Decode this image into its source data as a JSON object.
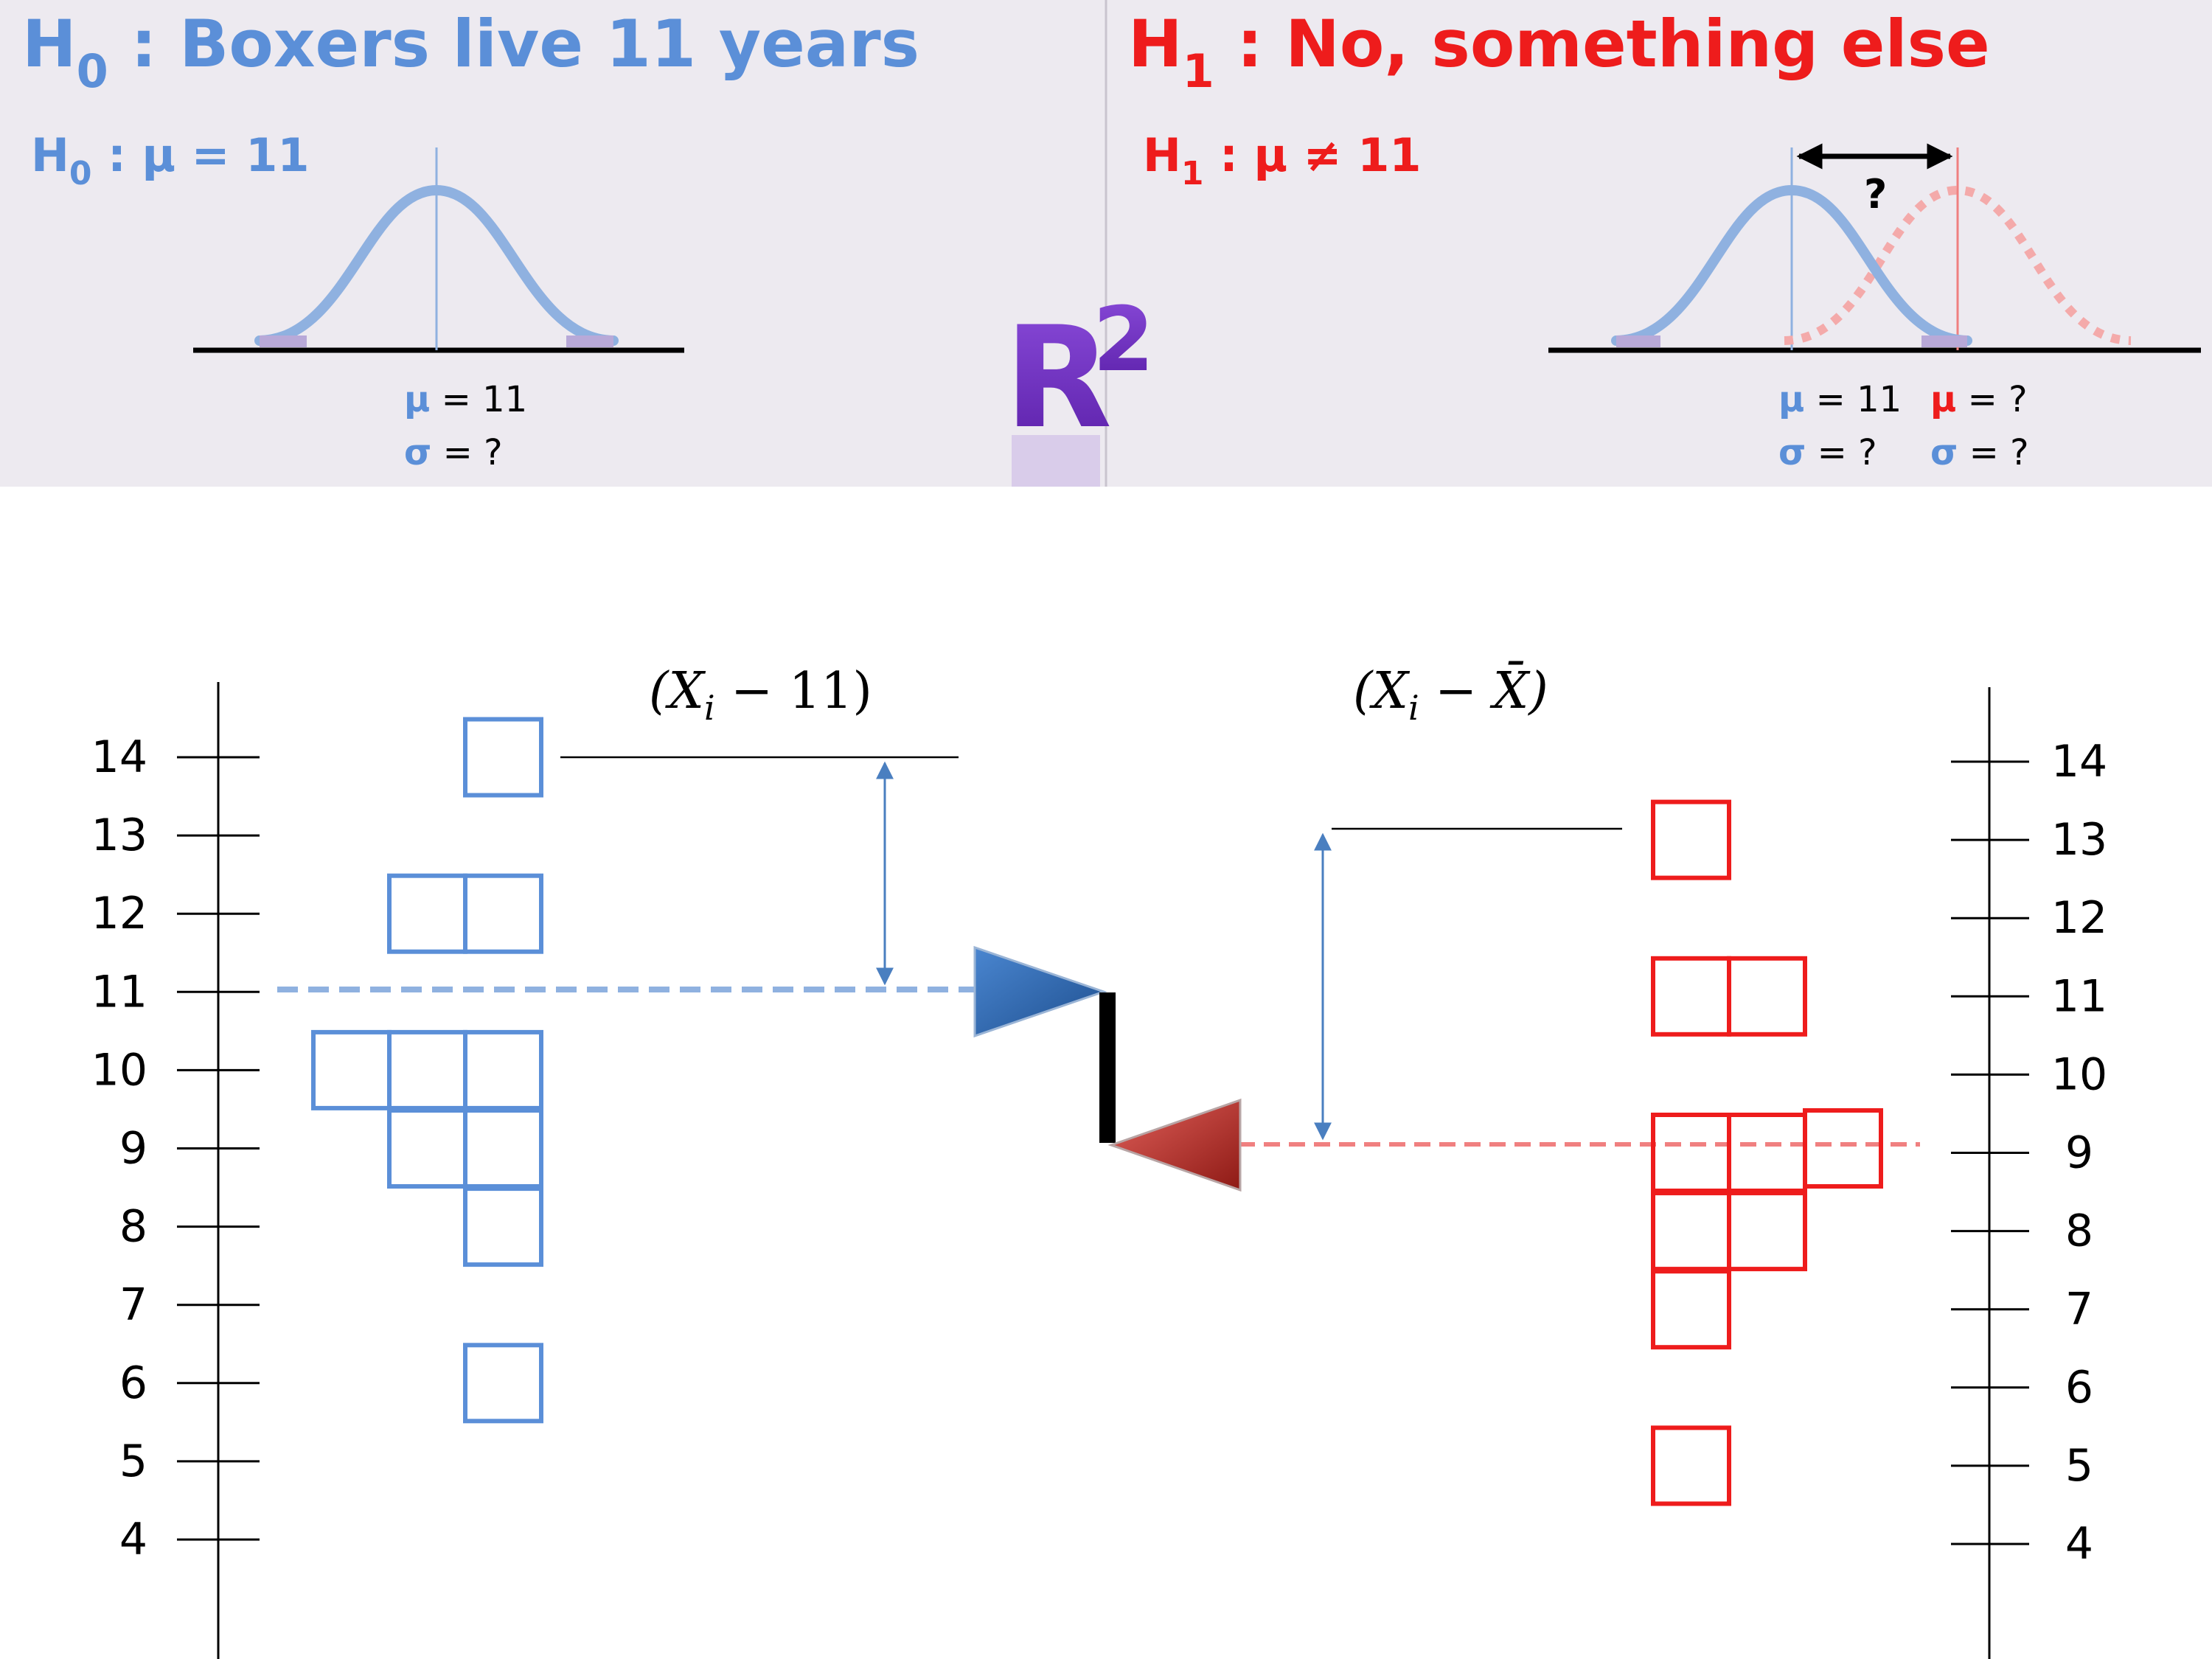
{
  "colors": {
    "h0_blue": "#5B8FD8",
    "h1_red": "#EE1C1C",
    "panel_bg": "#EDEAF0",
    "logo_purple": "#6A2DB8",
    "box_blue": "#5B8FD8",
    "box_red": "#EE1C1C"
  },
  "top": {
    "h0_title": {
      "h": "H",
      "sub": "0",
      "rest": " : Boxers live 11 years"
    },
    "h1_title": {
      "h": "H",
      "sub": "1",
      "rest": " : No, something else"
    },
    "h0_formula": {
      "h": "H",
      "sub": "0",
      "rest": " : μ = 11"
    },
    "h1_formula": {
      "h": "H",
      "sub": "1",
      "rest": " : μ ≠ 11"
    },
    "left_mu_symbol": "μ",
    "left_mu_value": " = 11",
    "left_sigma_symbol": "σ",
    "left_sigma_value": " = ?",
    "right_mu0_symbol": "μ",
    "right_mu0_value": " = 11",
    "right_sigma0_symbol": "σ",
    "right_sigma0_value": " = ?",
    "right_mu1_symbol": "μ",
    "right_mu1_value": " = ?",
    "right_sigma1_symbol": "σ",
    "right_sigma1_value": " = ?",
    "gap_question": "?",
    "logo_letter": "R",
    "logo_sup": "2"
  },
  "bottom": {
    "left_formula": {
      "open": "(X",
      "sub": "i",
      "rest": " − 11)"
    },
    "right_formula": {
      "open": "(X",
      "sub": "i",
      "rest": " − X̄)"
    },
    "left_axis_ticks": [
      14,
      13,
      12,
      11,
      10,
      9,
      8,
      7,
      6,
      5,
      4
    ],
    "right_axis_ticks": [
      14,
      13,
      12,
      11,
      10,
      9,
      8,
      7,
      6,
      5,
      4
    ],
    "left_reference_value": 11,
    "right_reference_value": 9,
    "left_box_counts": [
      {
        "value": 14,
        "count": 1
      },
      {
        "value": 12,
        "count": 2
      },
      {
        "value": 10,
        "count": 3
      },
      {
        "value": 9,
        "count": 2
      },
      {
        "value": 8,
        "count": 1
      },
      {
        "value": 6,
        "count": 1
      }
    ],
    "right_box_counts": [
      {
        "value": 13,
        "count": 1
      },
      {
        "value": 11,
        "count": 2
      },
      {
        "value": 9,
        "count": 3
      },
      {
        "value": 8,
        "count": 2
      },
      {
        "value": 7,
        "count": 1
      },
      {
        "value": 5,
        "count": 1
      }
    ]
  }
}
